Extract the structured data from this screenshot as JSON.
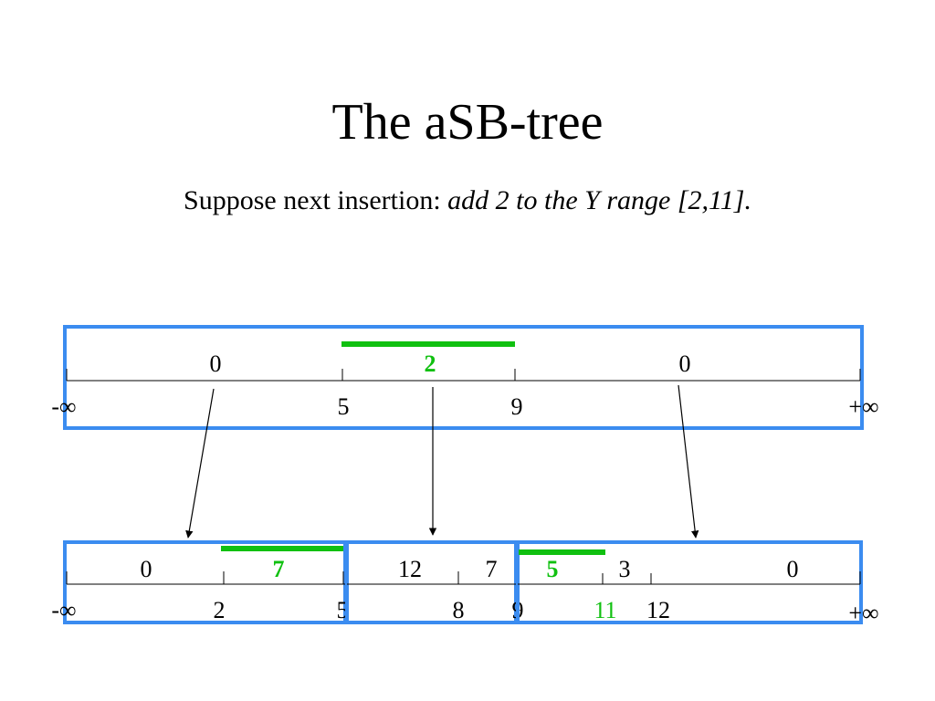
{
  "slide": {
    "title": "The aSB-tree",
    "subtitle_lead": "Suppose next insertion: ",
    "subtitle_emph": "add 2 to the Y range [2,11]."
  },
  "colors": {
    "box_border": "#3b8cf0",
    "highlight": "#10c010",
    "line": "#000000"
  },
  "diagram": {
    "root": {
      "values": [
        "0",
        "2",
        "0"
      ],
      "keys": [
        "-∞",
        "5",
        "9",
        "+∞"
      ]
    },
    "child_left": {
      "values": [
        "0",
        "7"
      ],
      "keys": [
        "-∞",
        "2",
        "5"
      ]
    },
    "child_mid": {
      "values": [
        "12",
        "7"
      ],
      "keys": [
        "8",
        "9"
      ]
    },
    "child_right": {
      "values": [
        "5",
        "3",
        "0"
      ],
      "keys": [
        "11",
        "12",
        "+∞"
      ]
    }
  }
}
